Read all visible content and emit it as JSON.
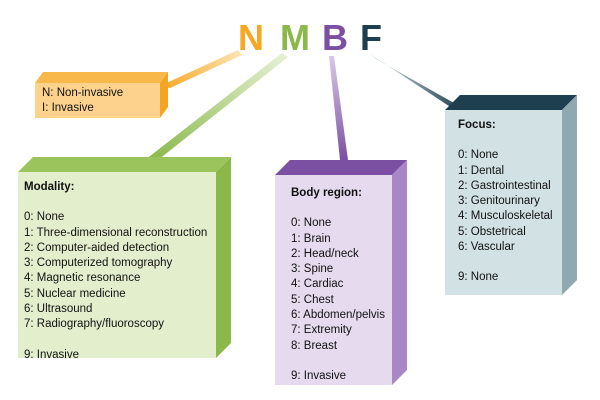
{
  "acronym": {
    "n": {
      "text": "N",
      "color": "#f7a823"
    },
    "m": {
      "text": "M",
      "color": "#8ab94a"
    },
    "b": {
      "text": "B",
      "color": "#7b4fa2"
    },
    "f": {
      "text": "F",
      "color": "#1e3f4f"
    }
  },
  "boxes": {
    "n": {
      "fill": "#fdd28d",
      "side": "#f4a423",
      "top": "#f9b94a",
      "items": [
        "N: Non-invasive",
        "I: Invasive"
      ]
    },
    "m": {
      "fill": "#e3eecd",
      "side": "#8ab94a",
      "top": "#9bc55c",
      "title": "Modality:",
      "items": [
        "0: None",
        "1: Three-dimensional reconstruction",
        "2: Computer-aided detection",
        "3: Computerized tomography",
        "4: Magnetic resonance",
        "5: Nuclear medicine",
        "6: Ultrasound",
        "7: Radiography/fluoroscopy"
      ],
      "extra": "9: Invasive"
    },
    "b": {
      "fill": "#e5daee",
      "side": "#a886c8",
      "top": "#7b4fa2",
      "title": "Body region:",
      "items": [
        "0: None",
        "1: Brain",
        "2: Head/neck",
        "3: Spine",
        "4: Cardiac",
        "5: Chest",
        "6: Abdomen/pelvis",
        "7: Extremity",
        "8: Breast"
      ],
      "extra": "9: Invasive"
    },
    "f": {
      "fill": "#d2e1e4",
      "side": "#8fa9b0",
      "top": "#1e3f4f",
      "title": "Focus:",
      "items": [
        "0: None",
        "1: Dental",
        "2: Gastrointestinal",
        "3: Genitourinary",
        "4: Musculoskeletal",
        "5: Obstetrical",
        "6: Vascular"
      ],
      "extra": "9: None"
    }
  }
}
